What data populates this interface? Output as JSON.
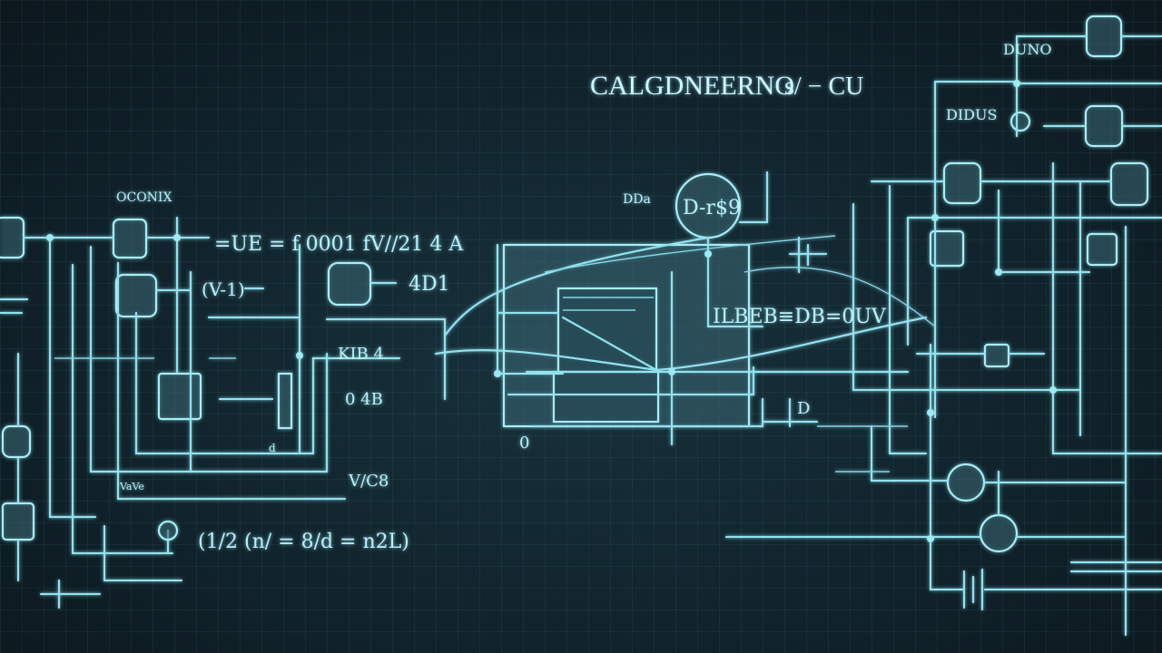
{
  "scene": {
    "description_title": "",
    "colors": {
      "background": "#0f1d24",
      "line": "#8fe3f0",
      "text": "#b8f2fb"
    },
    "title_text": "CALGDNEERNO",
    "title_suffix": "s/ − CU",
    "left_header": "OCONIX",
    "top_right_label": "DIDUS",
    "mid_label": "DDa",
    "circle_label": "D-r$9",
    "formulas": {
      "f1": "=UE = f 0001 fV//21 4 A",
      "f2": "(V-1)",
      "f3": "4D1",
      "f4": "ILBEB≡DB=0UV",
      "f5": "KIB 4",
      "f6": "0 4B",
      "f7": "(1/2 (n/ = 8/d = n2L)",
      "f8": "V/C8"
    },
    "small_tags": [
      "DUNO",
      "VaVe",
      "d",
      "D",
      "0"
    ]
  }
}
